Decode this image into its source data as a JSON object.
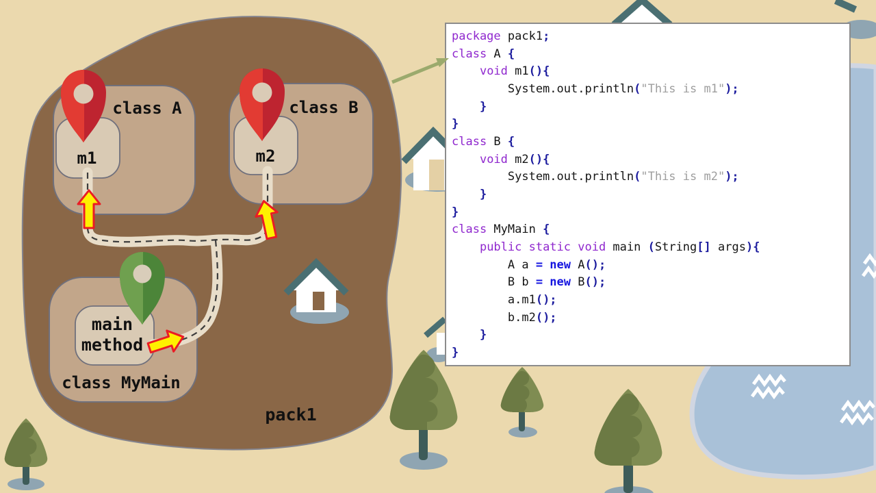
{
  "map": {
    "package_label": "pack1",
    "class_a": {
      "label": "class A",
      "method_label": "m1"
    },
    "class_b": {
      "label": "class B",
      "method_label": "m2"
    },
    "main_class": {
      "label": "class MyMain",
      "method_line1": "main",
      "method_line2": "method"
    }
  },
  "scene_icons": [
    "map-pin-red",
    "map-pin-green",
    "house",
    "tree",
    "pond-wave",
    "dashed-route",
    "yellow-arrow",
    "callout-arrow"
  ],
  "colors": {
    "background": "#EBD9AE",
    "island": "#8A6747",
    "class_box": "#C2A68A",
    "method_box": "#D9CAB4",
    "road": "#E8DDC9",
    "road_dash": "#3C3C3C",
    "pin_red_light": "#E23B33",
    "pin_red_dark": "#BE2430",
    "pin_green_light": "#6FA04F",
    "pin_green_dark": "#4C8539",
    "arrow_yellow": "#FFF100",
    "arrow_outline": "#EA1C24",
    "roof_teal": "#4A6F72",
    "shadow_blue": "#8FA5B2",
    "tree_green": "#7F8C52",
    "tree_green_dark": "#6C7A44",
    "trunk": "#3E5C59",
    "pond": "#A9C1D8",
    "pond_rim": "#D0D6E2",
    "code_keyword": "#8F27CE",
    "code_brace": "#1C1C9E",
    "code_new": "#1616E0",
    "code_string": "#9E9E9E"
  },
  "code": {
    "lines": [
      [
        [
          "kw",
          "package"
        ],
        [
          "pl",
          " pack1"
        ],
        [
          "br",
          ";"
        ]
      ],
      [
        [
          "kw",
          "class"
        ],
        [
          "pl",
          " A "
        ],
        [
          "br",
          "{"
        ]
      ],
      [
        [
          "pl",
          "    "
        ],
        [
          "kw",
          "void"
        ],
        [
          "pl",
          " m1"
        ],
        [
          "br",
          "(){"
        ]
      ],
      [
        [
          "pl",
          "        System.out.println"
        ],
        [
          "br",
          "("
        ],
        [
          "st",
          "\"This is m1\""
        ],
        [
          "br",
          ");"
        ]
      ],
      [
        [
          "pl",
          "    "
        ],
        [
          "br",
          "}"
        ]
      ],
      [
        [
          "br",
          "}"
        ]
      ],
      [
        [
          "kw",
          "class"
        ],
        [
          "pl",
          " B "
        ],
        [
          "br",
          "{"
        ]
      ],
      [
        [
          "pl",
          "    "
        ],
        [
          "kw",
          "void"
        ],
        [
          "pl",
          " m2"
        ],
        [
          "br",
          "(){"
        ]
      ],
      [
        [
          "pl",
          "        System.out.println"
        ],
        [
          "br",
          "("
        ],
        [
          "st",
          "\"This is m2\""
        ],
        [
          "br",
          ");"
        ]
      ],
      [
        [
          "pl",
          "    "
        ],
        [
          "br",
          "}"
        ]
      ],
      [
        [
          "br",
          "}"
        ]
      ],
      [
        [
          "kw",
          "class"
        ],
        [
          "pl",
          " MyMain "
        ],
        [
          "br",
          "{"
        ]
      ],
      [
        [
          "pl",
          "    "
        ],
        [
          "kw",
          "public static void"
        ],
        [
          "pl",
          " main "
        ],
        [
          "br",
          "("
        ],
        [
          "pl",
          "String"
        ],
        [
          "br",
          "[]"
        ],
        [
          "pl",
          " args"
        ],
        [
          "br",
          "){"
        ]
      ],
      [
        [
          "pl",
          "        A a "
        ],
        [
          "nw",
          "= new"
        ],
        [
          "pl",
          " A"
        ],
        [
          "br",
          "();"
        ]
      ],
      [
        [
          "pl",
          "        B b "
        ],
        [
          "nw",
          "= new"
        ],
        [
          "pl",
          " B"
        ],
        [
          "br",
          "();"
        ]
      ],
      [
        [
          "pl",
          "        a.m1"
        ],
        [
          "br",
          "();"
        ]
      ],
      [
        [
          "pl",
          "        b.m2"
        ],
        [
          "br",
          "();"
        ]
      ],
      [
        [
          "pl",
          "    "
        ],
        [
          "br",
          "}"
        ]
      ],
      [
        [
          "br",
          "}"
        ]
      ]
    ]
  }
}
